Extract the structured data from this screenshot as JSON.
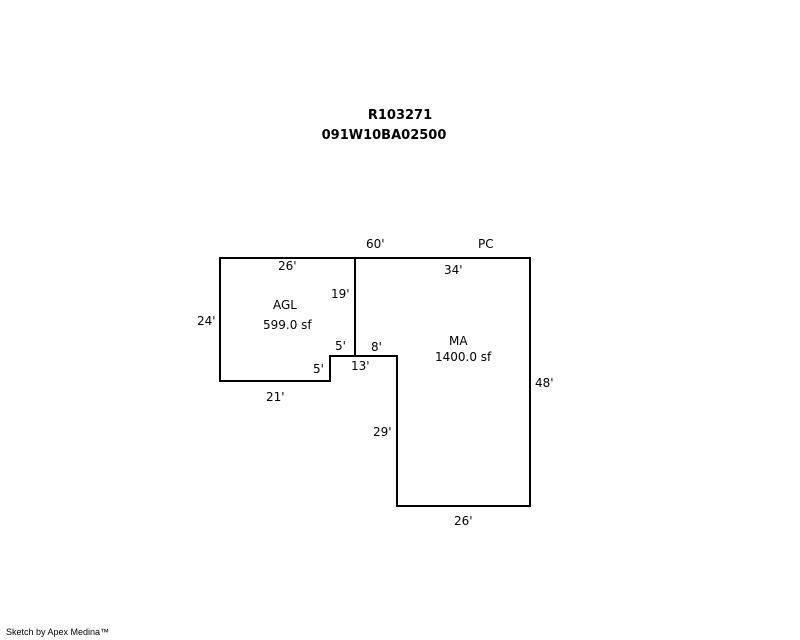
{
  "header": {
    "parcel_id": "R103271",
    "map_number": "091W10BA02500"
  },
  "areas": [
    {
      "code": "AGL",
      "size": "599.0 sf"
    },
    {
      "code": "MA",
      "size": "1400.0 sf"
    },
    {
      "code": "PC"
    }
  ],
  "dimensions": {
    "top_total": "60'",
    "agl_top": "26'",
    "agl_left": "24'",
    "agl_divider": "19'",
    "agl_notch_top": "5'",
    "agl_notch_side": "5'",
    "agl_bottom": "21'",
    "ma_top": "34'",
    "ma_notch_top": "8'",
    "ma_notch_width": "13'",
    "ma_right": "48'",
    "ma_left_lower": "29'",
    "ma_bottom": "26'"
  },
  "footer": {
    "credit": "Sketch by Apex Medina™"
  }
}
